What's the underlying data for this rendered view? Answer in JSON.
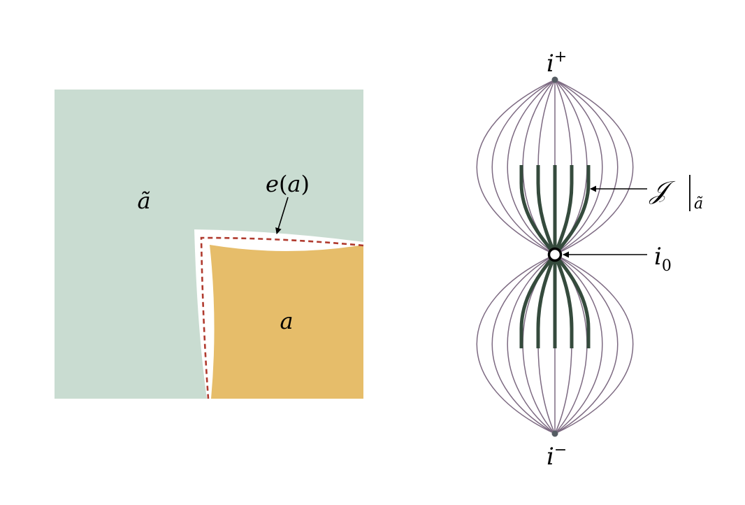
{
  "colors": {
    "complement_region": "#c9dcd1",
    "region": "#e6bd6a",
    "dashed_boundary": "#b03a2e",
    "thin_curve": "#7d6a82",
    "thick_curve": "#354b3d",
    "vertex": "#555c63",
    "background": "#ffffff"
  },
  "left_panel": {
    "complement_label": "ã",
    "region_label": "a",
    "edge_label_base": "e",
    "edge_label_arg": "a"
  },
  "right_panel": {
    "top_vertex_base": "i",
    "top_vertex_sup": "+",
    "bottom_vertex_base": "i",
    "bottom_vertex_sup": "−",
    "origin_base": "i",
    "origin_sub": "0",
    "scri_symbol": "𝒥",
    "scri_sub": "ã"
  }
}
